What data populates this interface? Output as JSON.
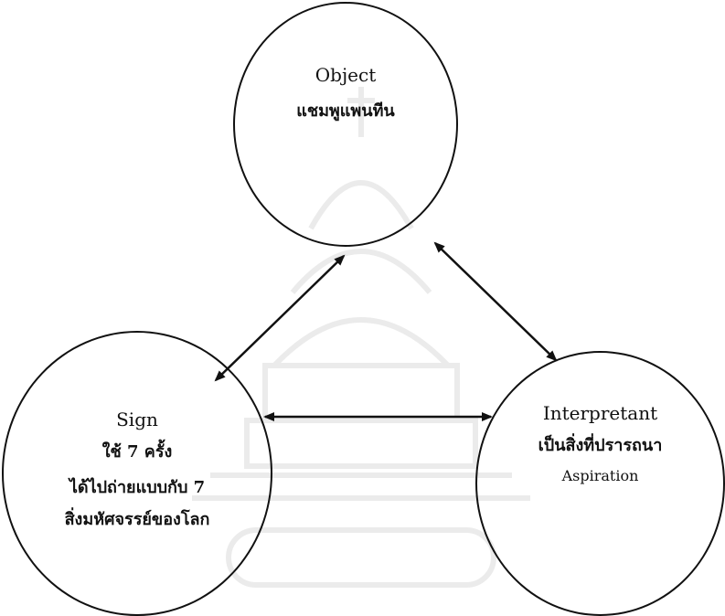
{
  "diagram": {
    "nodes": {
      "object": {
        "title": "Object",
        "lines": [
          "แชมพูแพนทีน"
        ]
      },
      "sign": {
        "title": "Sign",
        "lines": [
          "ใช้ 7 ครั้ง",
          "ได้ไปถ่ายแบบกับ 7",
          "สิ่งมหัศจรรย์ของโลก"
        ]
      },
      "interpretant": {
        "title": "Interpretant",
        "lines": [
          "เป็นสิ่งที่ปรารถนา",
          "Aspiration"
        ]
      }
    },
    "edges": [
      {
        "from": "object",
        "to": "sign",
        "direction": "both"
      },
      {
        "from": "object",
        "to": "interpretant",
        "direction": "both"
      },
      {
        "from": "sign",
        "to": "interpretant",
        "direction": "both"
      }
    ],
    "colors": {
      "stroke": "#111111",
      "watermark": "#e8e8e8"
    }
  }
}
